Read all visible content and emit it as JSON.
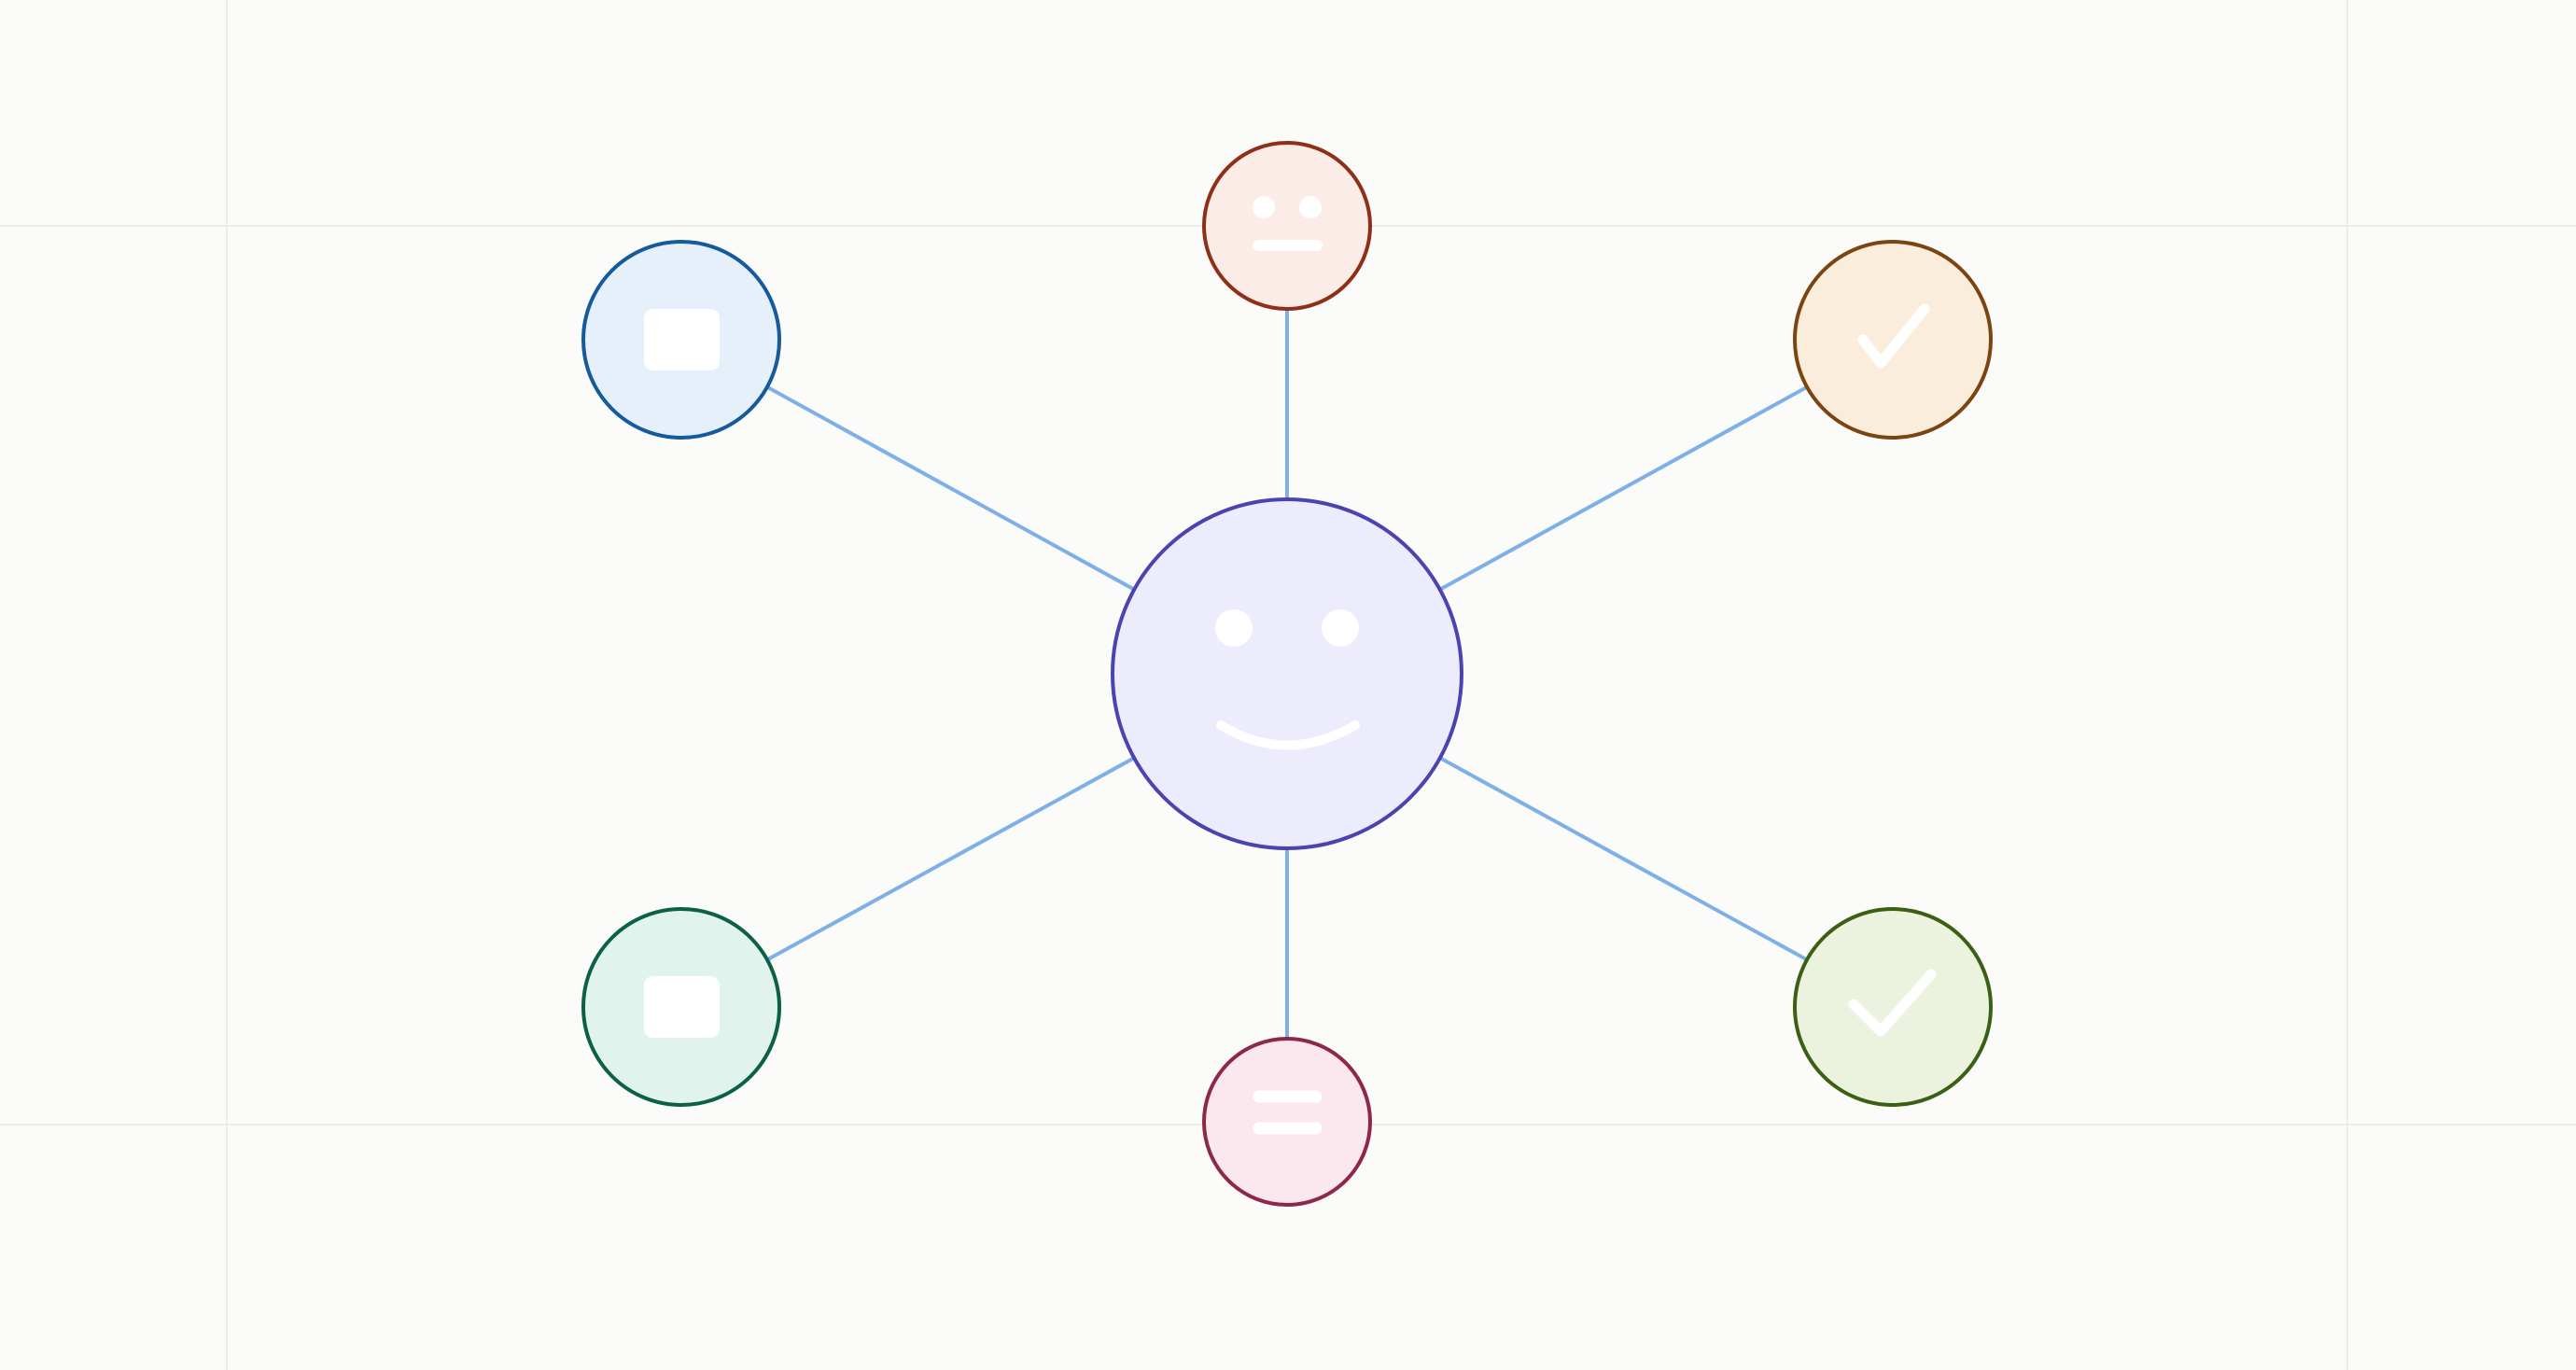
{
  "diagram": {
    "type": "hub-and-spoke",
    "background_color": "#fbfbfa",
    "guide_color": "#ececea",
    "connector_color": "#7eb0e8",
    "hub": {
      "icon": "smiley-face-icon",
      "fill": "#edecfc",
      "stroke": "#4b44b0"
    },
    "spokes": [
      {
        "id": "top",
        "icon": "neutral-face-icon",
        "fill": "#fbece7",
        "stroke": "#8e2f18"
      },
      {
        "id": "top-right",
        "icon": "checkmark-icon",
        "fill": "#faeddc",
        "stroke": "#7a4510"
      },
      {
        "id": "bottom-right",
        "icon": "checkmark-icon",
        "fill": "#ebf3de",
        "stroke": "#3b6014"
      },
      {
        "id": "bottom",
        "icon": "two-lines-icon",
        "fill": "#fbe8ee",
        "stroke": "#8e2847"
      },
      {
        "id": "bottom-left",
        "icon": "rectangle-icon",
        "fill": "#e0f3ec",
        "stroke": "#0b6045"
      },
      {
        "id": "top-left",
        "icon": "rectangle-icon",
        "fill": "#e6f0fa",
        "stroke": "#145a9c"
      }
    ]
  }
}
